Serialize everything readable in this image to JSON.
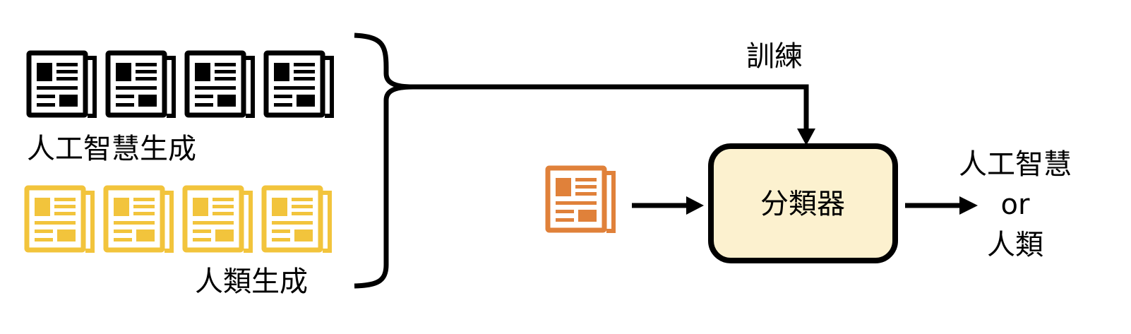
{
  "labels": {
    "ai_generated": "人工智慧生成",
    "human_generated": "人類生成",
    "train": "訓練",
    "classifier": "分類器",
    "output_ai": "人工智慧",
    "output_or": "or",
    "output_human": "人類"
  },
  "icons": {
    "ai_docs": [
      "newspaper-icon",
      "newspaper-icon",
      "newspaper-icon",
      "newspaper-icon"
    ],
    "human_docs": [
      "newspaper-icon",
      "newspaper-icon",
      "newspaper-icon",
      "newspaper-icon"
    ],
    "input_doc": "newspaper-icon"
  },
  "colors": {
    "ai_docs": "#000000",
    "human_docs": "#f2c43c",
    "input_doc": "#e0813a",
    "classifier_fill": "#fcf1cf",
    "stroke": "#000000"
  }
}
